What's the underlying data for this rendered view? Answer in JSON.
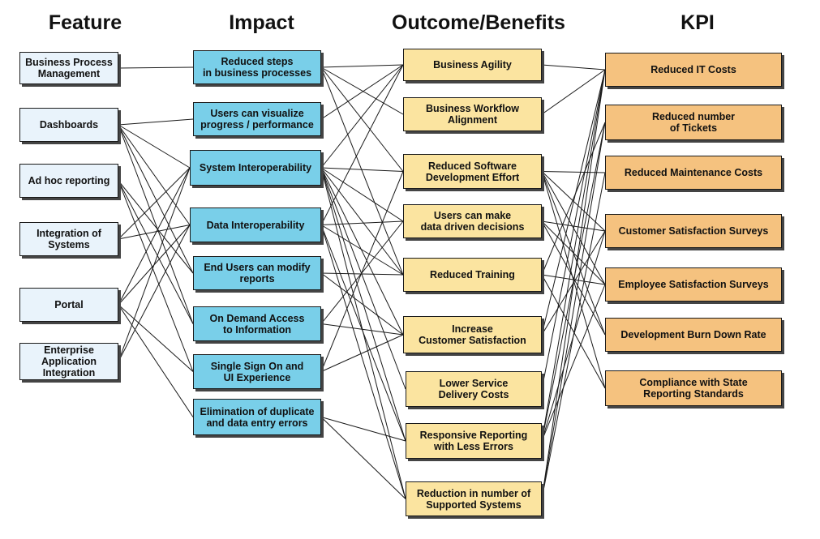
{
  "headers": {
    "feature": "Feature",
    "impact": "Impact",
    "outcome": "Outcome/Benefits",
    "kpi": "KPI"
  },
  "colors": {
    "feature": "#e9f3fb",
    "impact": "#79cfe9",
    "outcome": "#fbe4a0",
    "kpi": "#f5c27f",
    "line": "#1a1a1a"
  },
  "features": [
    {
      "id": "f1",
      "label": "Business Process\nManagement"
    },
    {
      "id": "f2",
      "label": "Dashboards"
    },
    {
      "id": "f3",
      "label": "Ad hoc reporting"
    },
    {
      "id": "f4",
      "label": "Integration of\nSystems"
    },
    {
      "id": "f5",
      "label": "Portal"
    },
    {
      "id": "f6",
      "label": "Enterprise\nApplication\nIntegration"
    }
  ],
  "impacts": [
    {
      "id": "i1",
      "label": "Reduced steps\nin business processes"
    },
    {
      "id": "i2",
      "label": "Users can visualize\nprogress / performance"
    },
    {
      "id": "i3",
      "label": "System Interoperability"
    },
    {
      "id": "i4",
      "label": "Data Interoperability"
    },
    {
      "id": "i5",
      "label": "End Users can modify\nreports"
    },
    {
      "id": "i6",
      "label": "On Demand Access\nto Information"
    },
    {
      "id": "i7",
      "label": "Single Sign On and\nUI Experience"
    },
    {
      "id": "i8",
      "label": "Elimination of duplicate\nand data entry errors"
    }
  ],
  "outcomes": [
    {
      "id": "o1",
      "label": "Business Agility"
    },
    {
      "id": "o2",
      "label": "Business Workflow\nAlignment"
    },
    {
      "id": "o3",
      "label": "Reduced Software\nDevelopment Effort"
    },
    {
      "id": "o4",
      "label": "Users can make\ndata driven decisions"
    },
    {
      "id": "o5",
      "label": "Reduced Training"
    },
    {
      "id": "o6",
      "label": "Increase\nCustomer Satisfaction"
    },
    {
      "id": "o7",
      "label": "Lower Service\nDelivery Costs"
    },
    {
      "id": "o8",
      "label": "Responsive Reporting\nwith Less Errors"
    },
    {
      "id": "o9",
      "label": "Reduction in number of\nSupported Systems"
    }
  ],
  "kpis": [
    {
      "id": "k1",
      "label": "Reduced IT Costs"
    },
    {
      "id": "k2",
      "label": "Reduced number\nof Tickets"
    },
    {
      "id": "k3",
      "label": "Reduced Maintenance Costs"
    },
    {
      "id": "k4",
      "label": "Customer Satisfaction Surveys"
    },
    {
      "id": "k5",
      "label": "Employee Satisfaction Surveys"
    },
    {
      "id": "k6",
      "label": "Development Burn Down Rate"
    },
    {
      "id": "k7",
      "label": "Compliance with State\nReporting Standards"
    }
  ],
  "links": [
    [
      "f1",
      "i1"
    ],
    [
      "f2",
      "i2"
    ],
    [
      "f2",
      "i4"
    ],
    [
      "f2",
      "i3"
    ],
    [
      "f2",
      "i6"
    ],
    [
      "f2",
      "i5"
    ],
    [
      "f3",
      "i5"
    ],
    [
      "f3",
      "i6"
    ],
    [
      "f3",
      "i7"
    ],
    [
      "f4",
      "i4"
    ],
    [
      "f4",
      "i3"
    ],
    [
      "f5",
      "i3"
    ],
    [
      "f5",
      "i4"
    ],
    [
      "f5",
      "i7"
    ],
    [
      "f5",
      "i8"
    ],
    [
      "f6",
      "i3"
    ],
    [
      "f6",
      "i4"
    ],
    [
      "i1",
      "o1"
    ],
    [
      "i1",
      "o2"
    ],
    [
      "i1",
      "o3"
    ],
    [
      "i1",
      "o5"
    ],
    [
      "i2",
      "o1"
    ],
    [
      "i3",
      "o1"
    ],
    [
      "i3",
      "o3"
    ],
    [
      "i3",
      "o4"
    ],
    [
      "i3",
      "o5"
    ],
    [
      "i3",
      "o6"
    ],
    [
      "i3",
      "o7"
    ],
    [
      "i3",
      "o8"
    ],
    [
      "i3",
      "o9"
    ],
    [
      "i4",
      "o1"
    ],
    [
      "i4",
      "o4"
    ],
    [
      "i4",
      "o5"
    ],
    [
      "i4",
      "o8"
    ],
    [
      "i4",
      "o9"
    ],
    [
      "i5",
      "o5"
    ],
    [
      "i5",
      "o6"
    ],
    [
      "i6",
      "o4"
    ],
    [
      "i6",
      "o6"
    ],
    [
      "i7",
      "o6"
    ],
    [
      "i7",
      "o3"
    ],
    [
      "i8",
      "o8"
    ],
    [
      "i8",
      "o9"
    ],
    [
      "o1",
      "k1"
    ],
    [
      "o2",
      "k1"
    ],
    [
      "o3",
      "k3"
    ],
    [
      "o3",
      "k4"
    ],
    [
      "o3",
      "k5"
    ],
    [
      "o3",
      "k6"
    ],
    [
      "o3",
      "k7"
    ],
    [
      "o4",
      "k5"
    ],
    [
      "o4",
      "k4"
    ],
    [
      "o4",
      "k6"
    ],
    [
      "o5",
      "k5"
    ],
    [
      "o5",
      "k2"
    ],
    [
      "o5",
      "k7"
    ],
    [
      "o6",
      "k4"
    ],
    [
      "o6",
      "k1"
    ],
    [
      "o7",
      "k1"
    ],
    [
      "o8",
      "k1"
    ],
    [
      "o8",
      "k2"
    ],
    [
      "o8",
      "k4"
    ],
    [
      "o8",
      "k5"
    ],
    [
      "o9",
      "k1"
    ],
    [
      "o9",
      "k2"
    ],
    [
      "o9",
      "k3"
    ]
  ]
}
